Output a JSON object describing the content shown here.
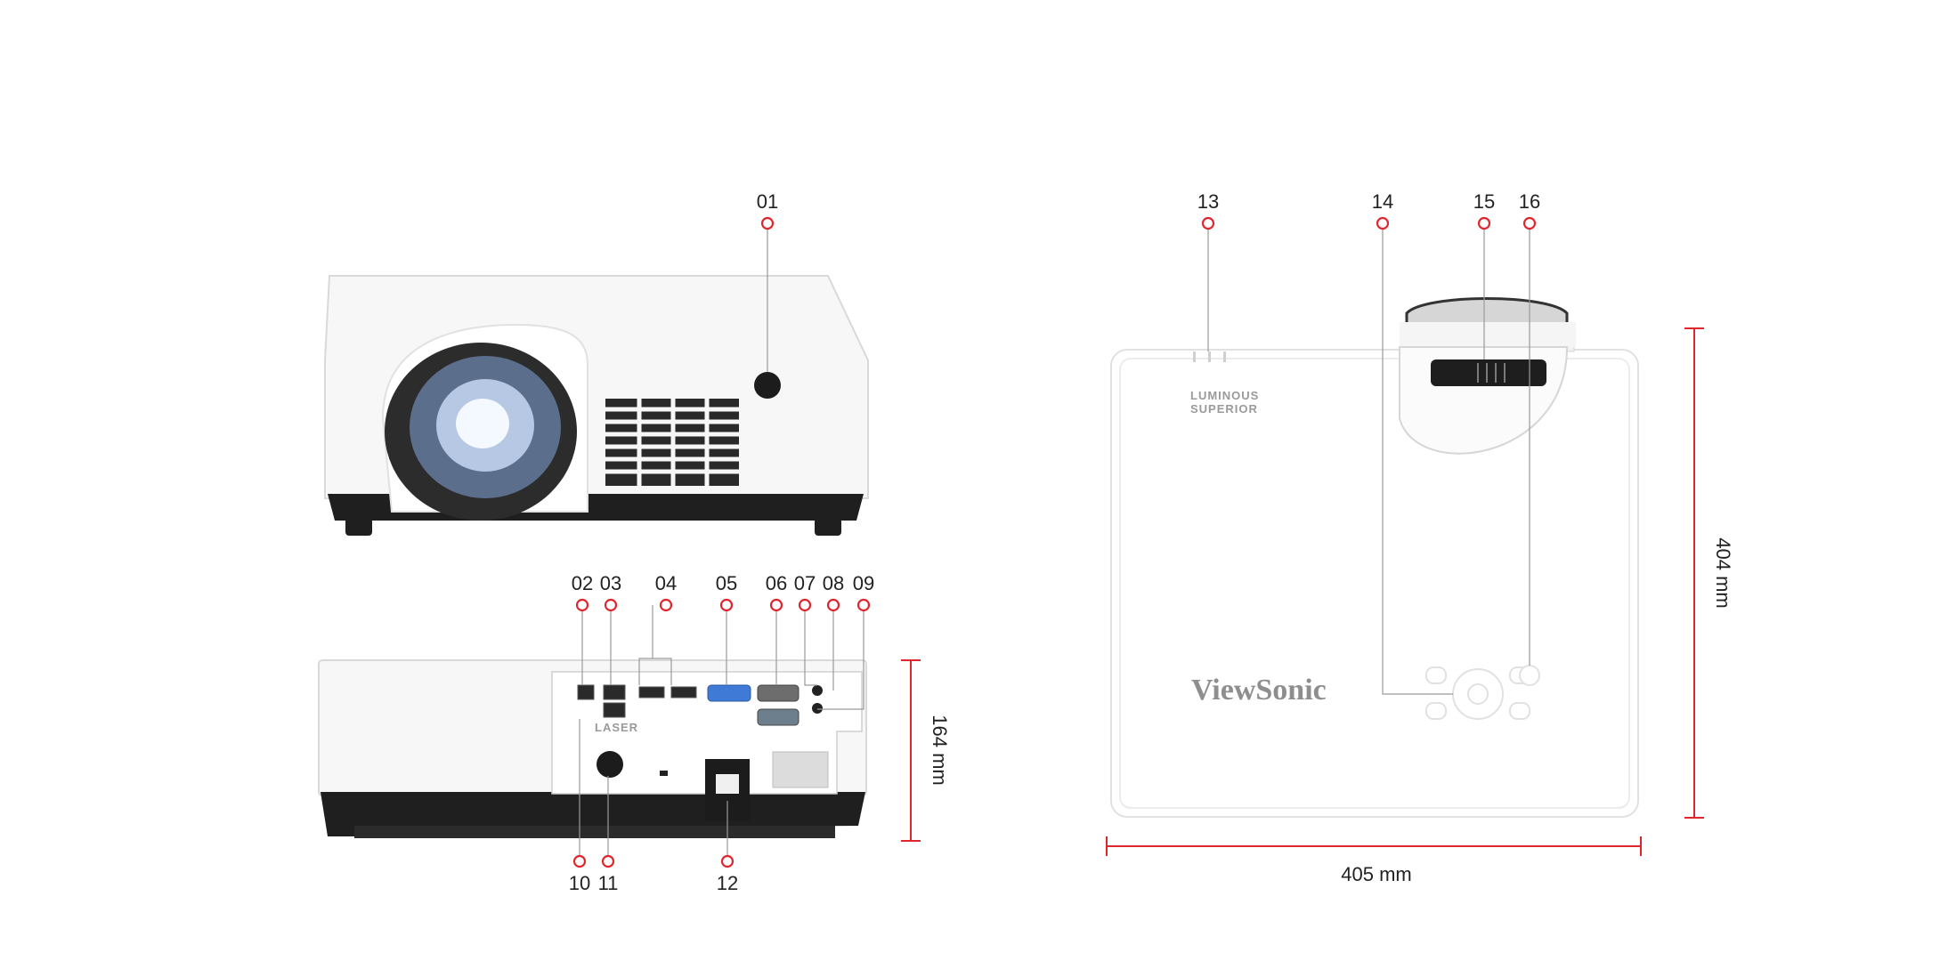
{
  "callouts": [
    {
      "id": "01",
      "label": "01"
    },
    {
      "id": "02",
      "label": "02"
    },
    {
      "id": "03",
      "label": "03"
    },
    {
      "id": "04",
      "label": "04"
    },
    {
      "id": "05",
      "label": "05"
    },
    {
      "id": "06",
      "label": "06"
    },
    {
      "id": "07",
      "label": "07"
    },
    {
      "id": "08",
      "label": "08"
    },
    {
      "id": "09",
      "label": "09"
    },
    {
      "id": "10",
      "label": "10"
    },
    {
      "id": "11",
      "label": "11"
    },
    {
      "id": "12",
      "label": "12"
    },
    {
      "id": "13",
      "label": "13"
    },
    {
      "id": "14",
      "label": "14"
    },
    {
      "id": "15",
      "label": "15"
    },
    {
      "id": "16",
      "label": "16"
    }
  ],
  "dimensions": {
    "rear_height": "164 mm",
    "top_depth": "404 mm",
    "top_width": "405 mm"
  },
  "product": {
    "brand": "ViewSonic",
    "badge_line1": "LUMINOUS",
    "badge_line2": "SUPERIOR",
    "rear_logo": "LASER"
  },
  "colors": {
    "accent": "#e0262d",
    "body": "#ffffff",
    "trim": "#1f1f1f"
  }
}
